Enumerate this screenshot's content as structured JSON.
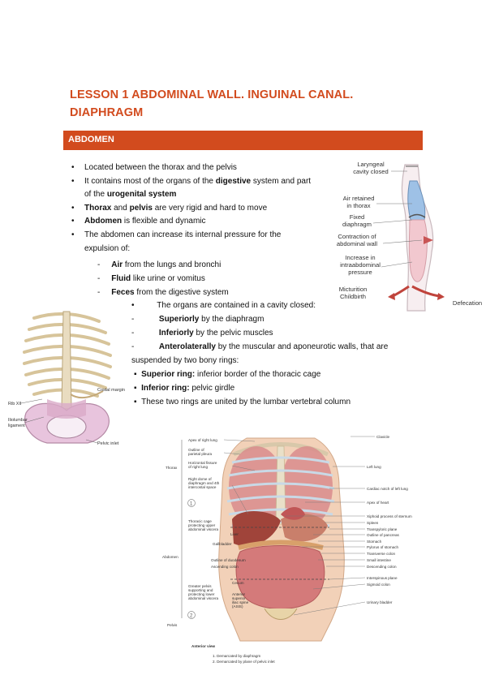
{
  "title_line1": "LESSON 1 ABDOMINAL WALL. INGUINAL CANAL.",
  "title_line2": "DIAPHRAGM",
  "section": "ABDOMEN",
  "bullets": [
    {
      "pre": "",
      "b": "",
      "post": "Located between the thorax and the pelvis"
    },
    {
      "pre": "It contains most of the organs of the ",
      "b": "digestive",
      "post": " system and part"
    },
    {
      "pre": "of the ",
      "b": "urogenital system",
      "post": ""
    },
    {
      "pre": "",
      "b": "Thorax",
      "post": " and "
    },
    {
      "pre": "",
      "b": "Abdomen",
      "post": " is flexible and dynamic"
    },
    {
      "pre": "",
      "b": "",
      "post": "The abdomen can increase its internal pressure for the"
    },
    {
      "pre": "",
      "b": "",
      "post": "expulsion of:"
    }
  ],
  "thorax_line": {
    "b1": "Thorax",
    "mid": " and ",
    "b2": "pelvis",
    "post": " are very rigid and hard to move"
  },
  "expulsion": [
    {
      "b": "Air",
      "post": " from the lungs and bronchi"
    },
    {
      "b": "Fluid",
      "post": " like urine or vomitus"
    },
    {
      "b": "Feces",
      "post": " from the digestive system"
    }
  ],
  "cavity_line": "The organs are contained in a cavity closed:",
  "cavity": [
    {
      "b": "Superiorly",
      "post": " by the diaphragm"
    },
    {
      "b": "Inferiorly",
      "post": " by the pelvic muscles"
    },
    {
      "b": "Anterolaterally",
      "post": " by the muscular and aponeurotic walls, that are"
    }
  ],
  "suspended": "suspended by two bony rings:",
  "rings": [
    {
      "b": "Superior ring:",
      "post": " inferior border of the thoracic cage"
    },
    {
      "b": "Inferior ring:",
      "post": " pelvic girdle"
    },
    {
      "b": "",
      "post": "These two rings are united by the lumbar vertebral column"
    }
  ],
  "fig_pressure": {
    "labels": [
      "Laryngeal",
      "cavity closed",
      "Air retained",
      "in thorax",
      "Fixed",
      "diaphragm",
      "Contraction of",
      "abdominal wall",
      "Increase in",
      "intraabdominal",
      "pressure",
      "Micturition",
      "Childbirth",
      "Defecation"
    ]
  },
  "fig_skeleton": {
    "labels": [
      "Rib XII",
      "Costal margin",
      "Iliolumbar",
      "ligament",
      "Pelvic inlet"
    ]
  },
  "fig_torso": {
    "left_labels": [
      "Apex of right lung",
      "Outline of",
      "parietal pleura",
      "Thorax",
      "Horizontal fissure",
      "of right lung",
      "Right dome of",
      "diaphragm and 4th",
      "intercostal space",
      "Thoracic cage",
      "protecting upper",
      "abdominal viscera",
      "Liver",
      "Gallbladder",
      "Abdomen",
      "Outline of duodenum",
      "Ascending colon",
      "Cecum",
      "Greater pelvis",
      "supporting and",
      "protecting lower",
      "abdominal viscera",
      "Anterior",
      "superior",
      "iliac spine",
      "(ASIS)",
      "Pelvis",
      "Anterior view"
    ],
    "right_labels": [
      "Clavicle",
      "Left lung",
      "Cardiac notch of left lung",
      "Apex of heart",
      "Xiphoid process of sternum",
      "Spleen",
      "Transpyloric plane",
      "Outline of pancreas",
      "Stomach",
      "Pylorus of stomach",
      "Transverse colon",
      "Small intestine",
      "Descending colon",
      "Interspinous plane",
      "Sigmoid colon",
      "Urinary bladder"
    ],
    "notes": [
      "1. Demarcated by diaphragm",
      "2. Demarcated by plane of pelvic inlet"
    ]
  }
}
